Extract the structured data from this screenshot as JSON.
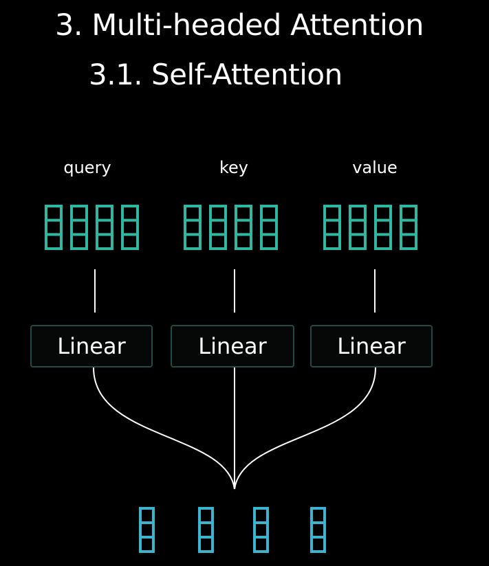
{
  "title": "3. Multi-headed Attention",
  "subtitle": "3.1. Self-Attention",
  "inputs": [
    {
      "label": "query"
    },
    {
      "label": "key"
    },
    {
      "label": "value"
    }
  ],
  "linear_label": "Linear",
  "colors": {
    "background": "#000000",
    "text": "#ffffff",
    "input_vectors": "#2fb8a1",
    "output_vectors": "#3cb3cf",
    "linear_border": "#234a44",
    "connectors": "#ffffff"
  }
}
